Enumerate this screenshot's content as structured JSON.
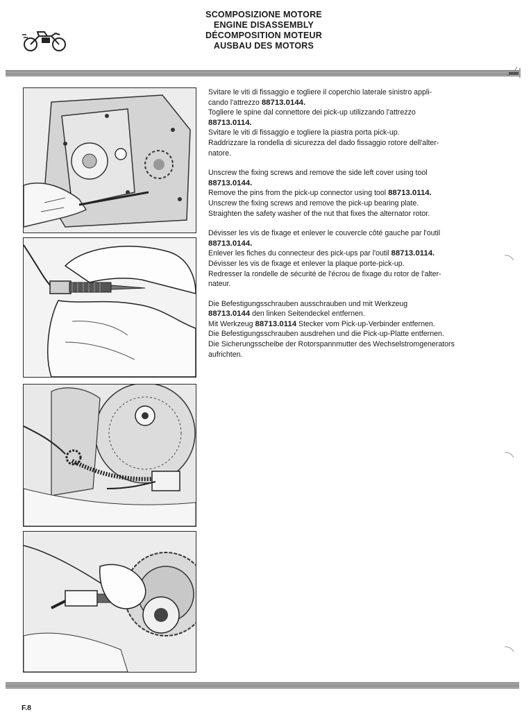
{
  "header": {
    "titles": [
      "SCOMPOSIZIONE MOTORE",
      "ENGINE DISASSEMBLY",
      "DÉCOMPOSITION MOTEUR",
      "AUSBAU DES MOTORS"
    ],
    "logo_icon": "motorcycle-icon"
  },
  "photos": [
    {
      "icon": "engine-cover-photo"
    },
    {
      "icon": "pick-up-connector-tool-photo"
    },
    {
      "icon": "pick-up-plate-photo"
    },
    {
      "icon": "alternator-rotor-photo"
    }
  ],
  "paragraphs": [
    {
      "lang": "it",
      "lines": [
        {
          "pre": "Svitare le viti di fissaggio e togliere il coperchio laterale sinistro appli-",
          "bold": "",
          "post": ""
        },
        {
          "pre": "cando l'attrezzo ",
          "bold": "88713.0144.",
          "post": ""
        },
        {
          "pre": "Togliere le spine dal connettore dei pick-up utilizzando l'attrezzo",
          "bold": "",
          "post": ""
        },
        {
          "pre": "",
          "bold": "88713.0114.",
          "post": ""
        },
        {
          "pre": "Svitare le viti di fissaggio e togliere la piastra porta pick-up.",
          "bold": "",
          "post": ""
        },
        {
          "pre": "Raddrizzare la rondella di sicurezza del dado fissaggio rotore dell'alter-",
          "bold": "",
          "post": ""
        },
        {
          "pre": "natore.",
          "bold": "",
          "post": ""
        }
      ]
    },
    {
      "lang": "en",
      "lines": [
        {
          "pre": "Unscrew the fixing screws and remove the side left cover using tool",
          "bold": "",
          "post": ""
        },
        {
          "pre": "",
          "bold": "88713.0144.",
          "post": ""
        },
        {
          "pre": "Remove the pins from the pick-up connector using tool ",
          "bold": "88713.0114.",
          "post": ""
        },
        {
          "pre": "Unscrew the fixing screws and remove the pick-up bearing plate.",
          "bold": "",
          "post": ""
        },
        {
          "pre": "Straighten the safety washer of the nut that fixes the alternator rotor.",
          "bold": "",
          "post": ""
        }
      ]
    },
    {
      "lang": "fr",
      "lines": [
        {
          "pre": "Dévisser les vis de fixage et enlever le couvercle côté gauche par l'outil",
          "bold": "",
          "post": ""
        },
        {
          "pre": "",
          "bold": "88713.0144.",
          "post": ""
        },
        {
          "pre": "Enlever les fiches du connecteur des pick-ups par l'outil ",
          "bold": "88713.0114.",
          "post": ""
        },
        {
          "pre": "Dévisser les vis de fixage et enlever la plaque porte-pick-up.",
          "bold": "",
          "post": ""
        },
        {
          "pre": "Redresser la rondelle de sécurité de l'écrou de fixage du rotor de l'alter-",
          "bold": "",
          "post": ""
        },
        {
          "pre": "nateur.",
          "bold": "",
          "post": ""
        }
      ]
    },
    {
      "lang": "de",
      "lines": [
        {
          "pre": "Die Befestigungsschrauben ausschrauben und mit Werkzeug",
          "bold": "",
          "post": ""
        },
        {
          "pre": "",
          "bold": "88713.0144",
          "post": " den linken Seitendeckel entfernen."
        },
        {
          "pre": "Mit Werkzeug ",
          "bold": "88713.0114",
          "post": " Stecker vom Pick-up-Verbinder entfernen."
        },
        {
          "pre": "Die Befestigungsschrauben ausdrehen und die Pick-up-Platte entfernen.",
          "bold": "",
          "post": ""
        },
        {
          "pre": "Die Sicherungsscheibe der Rotorspannmutter des Wechselstromgenerators",
          "bold": "",
          "post": ""
        },
        {
          "pre": "aufrichten.",
          "bold": "",
          "post": ""
        }
      ]
    }
  ],
  "footer": {
    "page_number": "F.8"
  }
}
